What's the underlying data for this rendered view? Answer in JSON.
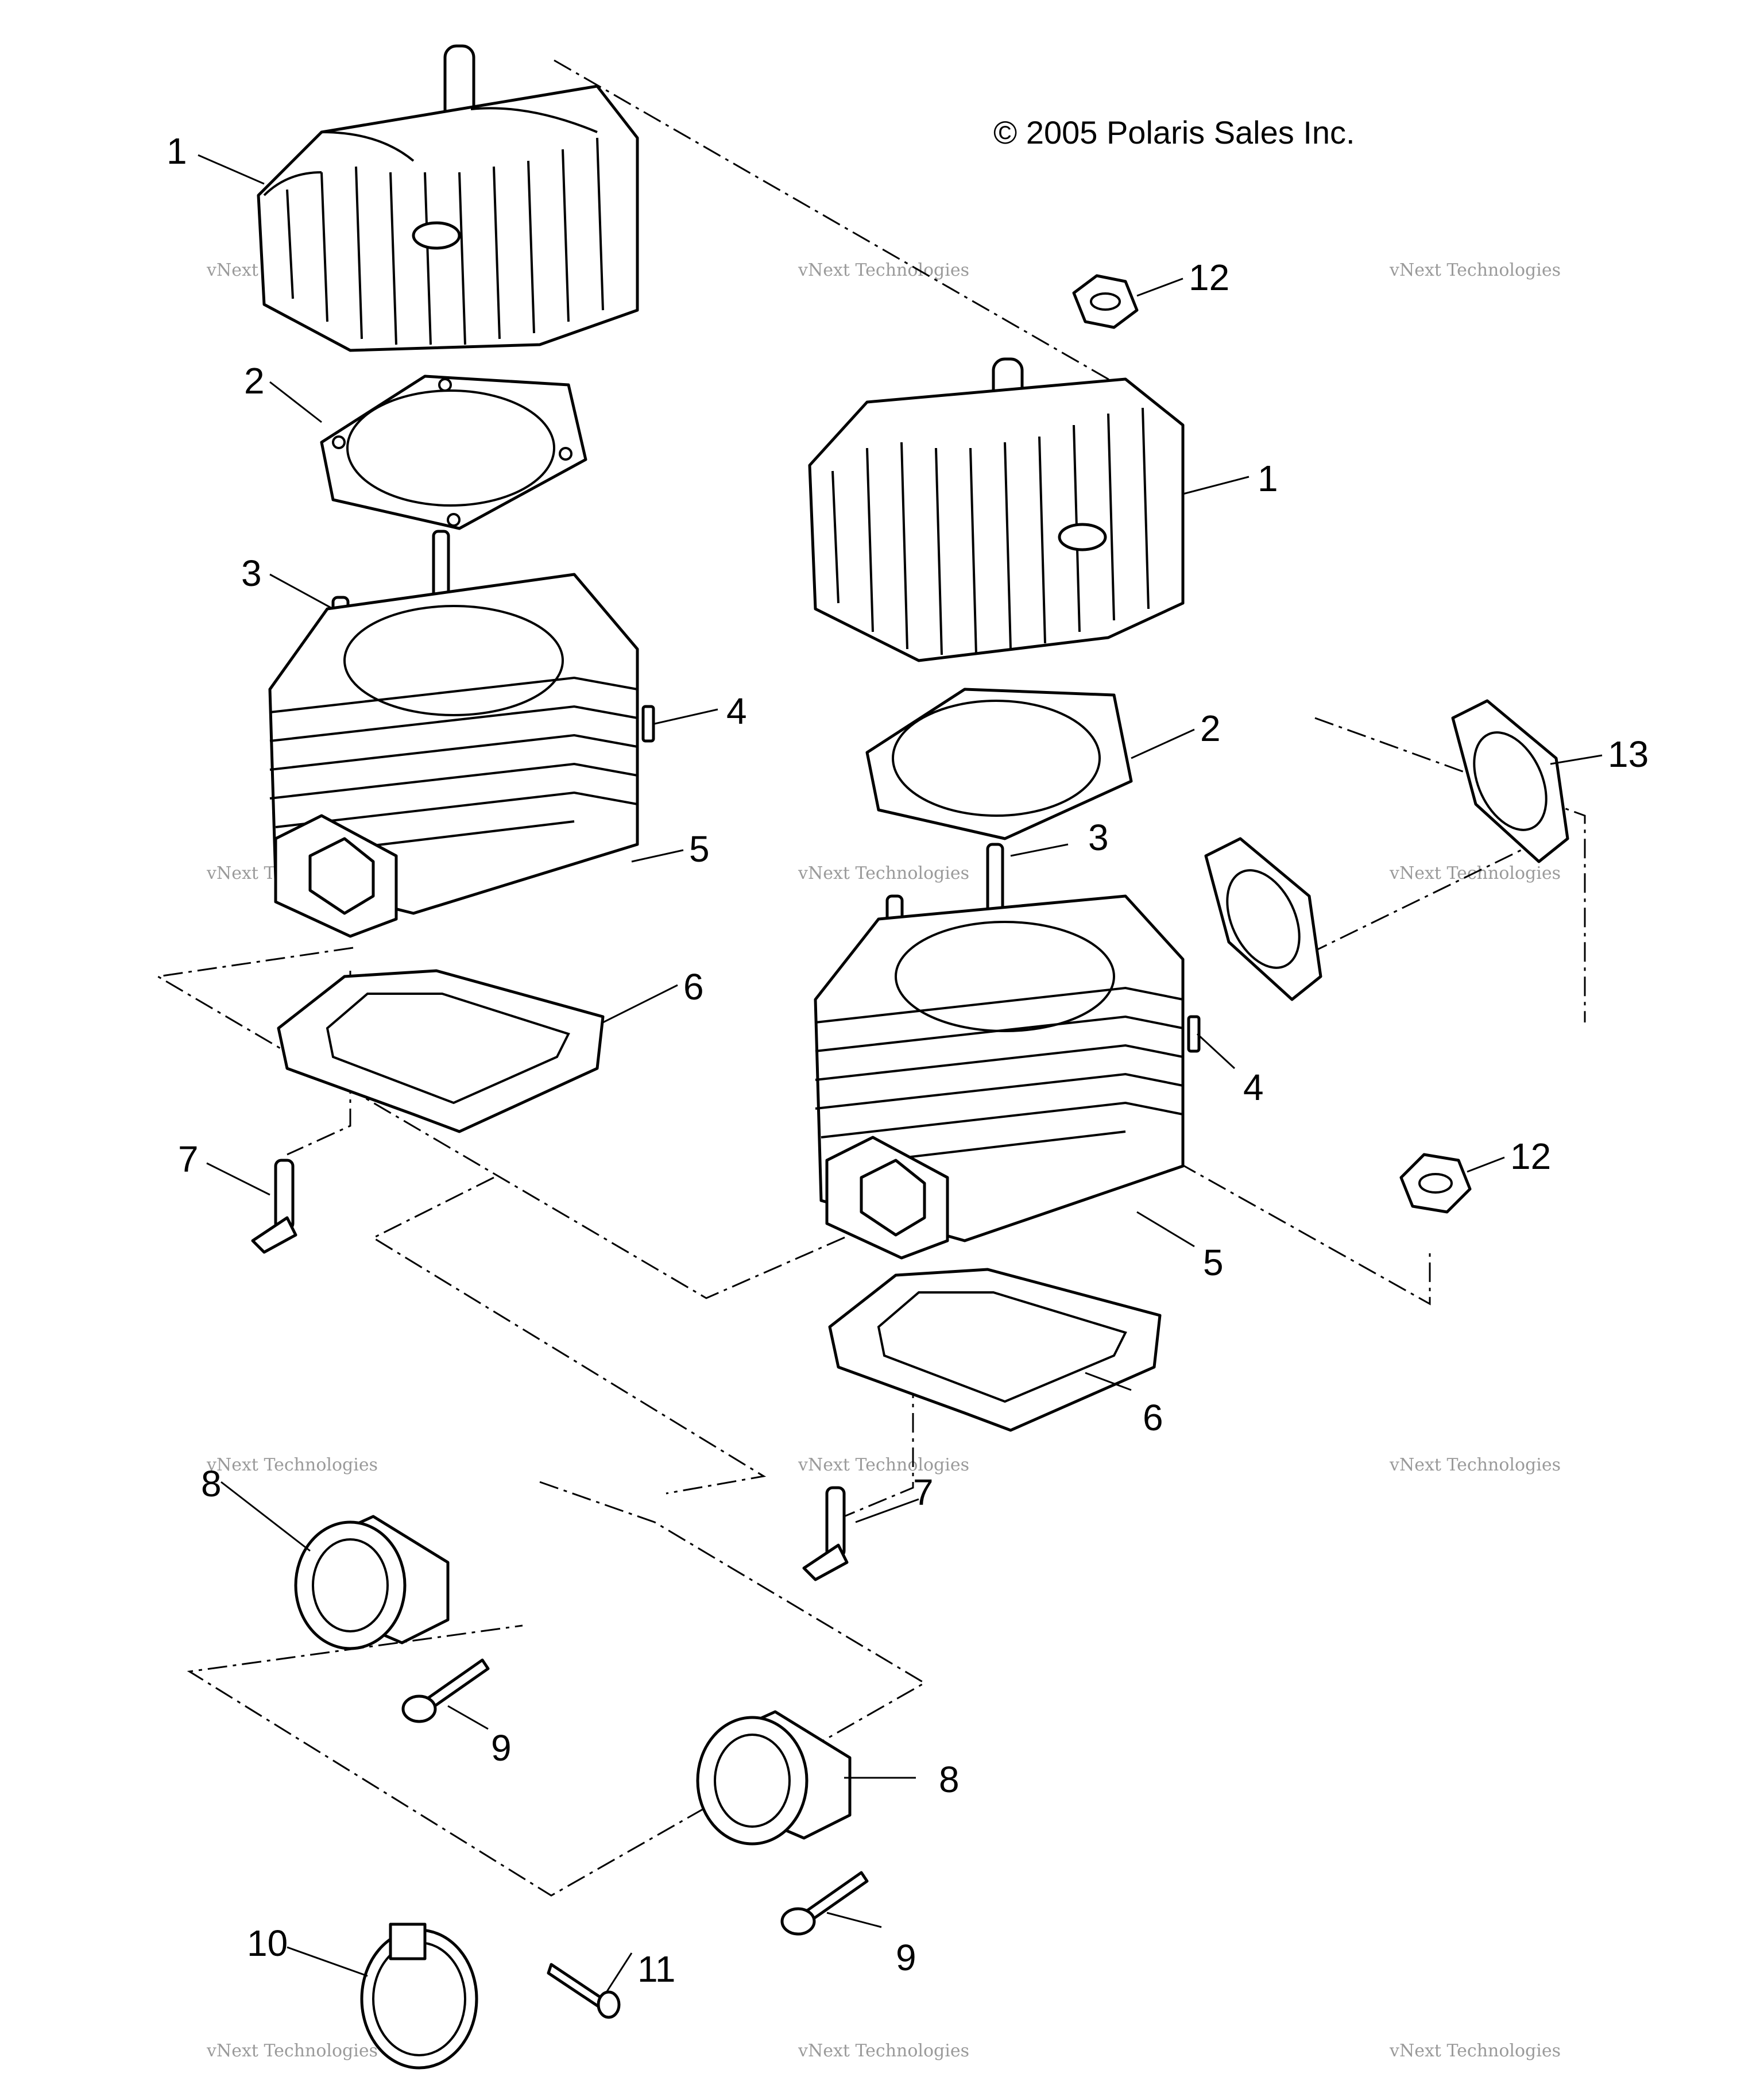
{
  "copyright": "© 2005 Polaris Sales Inc.",
  "watermark": {
    "line1": "vNext Technologies",
    "line2": "vNext\nTechnologies"
  },
  "callouts": {
    "c1a": "1",
    "c1b": "1",
    "c2a": "2",
    "c2b": "2",
    "c3a": "3",
    "c3b": "3",
    "c4a": "4",
    "c4b": "4",
    "c5a": "5",
    "c5b": "5",
    "c6a": "6",
    "c6b": "6",
    "c7a": "7",
    "c7b": "7",
    "c8a": "8",
    "c8b": "8",
    "c9a": "9",
    "c9b": "9",
    "c10": "10",
    "c11": "11",
    "c12a": "12",
    "c12b": "12",
    "c13": "13"
  }
}
